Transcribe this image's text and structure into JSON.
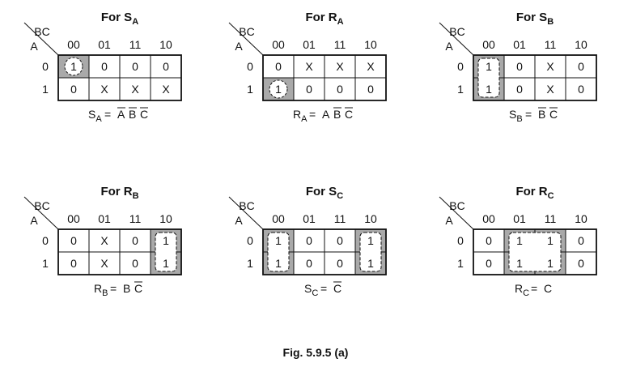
{
  "figure": {
    "caption": "Fig. 5.9.5 (a)",
    "col_var": "BC",
    "row_var": "A",
    "col_labels": [
      "00",
      "01",
      "11",
      "10"
    ],
    "row_labels": [
      "0",
      "1"
    ],
    "maps": [
      {
        "id": "sa",
        "title_main": "For S",
        "title_sub": "A",
        "cells": [
          [
            "1",
            "0",
            "0",
            "0"
          ],
          [
            "0",
            "X",
            "X",
            "X"
          ]
        ],
        "shade": [
          [
            0,
            0
          ]
        ],
        "circles": [
          [
            0,
            0
          ]
        ],
        "groups": [],
        "eq_lhs_main": "S",
        "eq_lhs_sub": "A",
        "eq_equals": "=",
        "eq_terms": [
          {
            "t": "A",
            "bar": true
          },
          {
            "t": "B",
            "bar": true
          },
          {
            "t": "C",
            "bar": true
          }
        ]
      },
      {
        "id": "ra",
        "title_main": "For R",
        "title_sub": "A",
        "cells": [
          [
            "0",
            "X",
            "X",
            "X"
          ],
          [
            "1",
            "0",
            "0",
            "0"
          ]
        ],
        "shade": [
          [
            1,
            0
          ]
        ],
        "circles": [
          [
            1,
            0
          ]
        ],
        "groups": [],
        "eq_lhs_main": "R",
        "eq_lhs_sub": "A",
        "eq_equals": "=",
        "eq_terms": [
          {
            "t": "A",
            "bar": false
          },
          {
            "t": "B",
            "bar": true
          },
          {
            "t": "C",
            "bar": true
          }
        ]
      },
      {
        "id": "sb",
        "title_main": "For S",
        "title_sub": "B",
        "cells": [
          [
            "1",
            "0",
            "X",
            "0"
          ],
          [
            "1",
            "0",
            "X",
            "0"
          ]
        ],
        "shade": [
          [
            0,
            0
          ],
          [
            1,
            0
          ]
        ],
        "circles": [],
        "groups": [
          [
            0,
            0,
            1,
            0
          ]
        ],
        "eq_lhs_main": "S",
        "eq_lhs_sub": "B",
        "eq_equals": "=",
        "eq_terms": [
          {
            "t": "B",
            "bar": true
          },
          {
            "t": "C",
            "bar": true
          }
        ]
      },
      {
        "id": "rb",
        "title_main": "For R",
        "title_sub": "B",
        "cells": [
          [
            "0",
            "X",
            "0",
            "1"
          ],
          [
            "0",
            "X",
            "0",
            "1"
          ]
        ],
        "shade": [
          [
            0,
            3
          ],
          [
            1,
            3
          ]
        ],
        "circles": [],
        "groups": [
          [
            0,
            3,
            1,
            3
          ]
        ],
        "eq_lhs_main": "R",
        "eq_lhs_sub": "B",
        "eq_equals": "=",
        "eq_terms": [
          {
            "t": "B",
            "bar": false
          },
          {
            "t": "C",
            "bar": true
          }
        ]
      },
      {
        "id": "sc",
        "title_main": "For S",
        "title_sub": "C",
        "cells": [
          [
            "1",
            "0",
            "0",
            "1"
          ],
          [
            "1",
            "0",
            "0",
            "1"
          ]
        ],
        "shade": [
          [
            0,
            0
          ],
          [
            1,
            0
          ],
          [
            0,
            3
          ],
          [
            1,
            3
          ]
        ],
        "circles": [],
        "groups": [
          [
            0,
            0,
            1,
            0
          ],
          [
            0,
            3,
            1,
            3
          ]
        ],
        "eq_lhs_main": "S",
        "eq_lhs_sub": "C",
        "eq_equals": "=",
        "eq_terms": [
          {
            "t": "C",
            "bar": true
          }
        ]
      },
      {
        "id": "rc",
        "title_main": "For R",
        "title_sub": "C",
        "cells": [
          [
            "0",
            "1",
            "1",
            "0"
          ],
          [
            "0",
            "1",
            "1",
            "0"
          ]
        ],
        "shade": [
          [
            0,
            1
          ],
          [
            0,
            2
          ],
          [
            1,
            1
          ],
          [
            1,
            2
          ]
        ],
        "circles": [],
        "groups": [
          [
            0,
            1,
            1,
            2
          ]
        ],
        "eq_lhs_main": "R",
        "eq_lhs_sub": "C",
        "eq_equals": "=",
        "eq_terms": [
          {
            "t": "C",
            "bar": false
          }
        ]
      }
    ]
  }
}
